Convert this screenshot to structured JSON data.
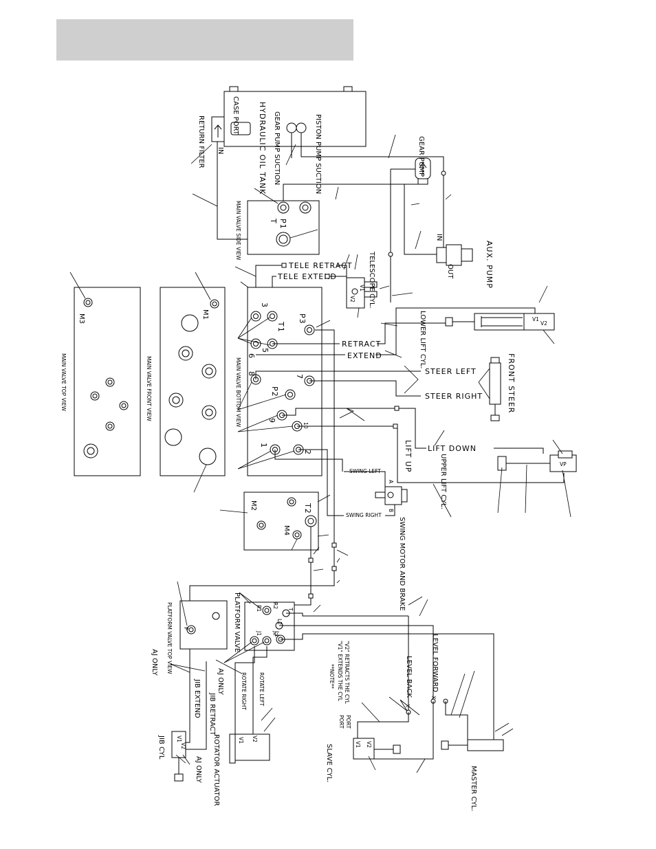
{
  "labels": {
    "case_port": "CASE PORT",
    "hydraulic_oil_tank": "HYDRAULIC OIL TANK",
    "gear_pump_suction": "GEAR PUMP SUCTION",
    "piston_pump_suction": "PISTON PUMP SUCTION",
    "return_filter": "RETURN FILTER",
    "in_filter": "IN",
    "gear_pump": "GEAR PUMP",
    "main_valve_side_view": "MAIN VALVE SIDE VIEW",
    "port_t": "T",
    "port_p1": "P1",
    "in_aux": "IN",
    "out_aux": "OUT",
    "aux_pump": "AUX. PUMP",
    "tele_retract": "TELE RETRACT",
    "tele_extend": "TELE EXTEND",
    "telescope_cyl": "TELESCOPE CYL.",
    "v1": "V1",
    "v2": "V2",
    "main_valve_top_view": "MAIN VALVE TOP VIEW",
    "m3": "M3",
    "main_valve_front_view": "MAIN VALVE FRONT VIEW",
    "m1": "M1",
    "port_3": "3",
    "port_t1": "T1",
    "port_p3": "P3",
    "port_6": "6",
    "port_5": "5",
    "retract": "RETRACT",
    "extend": "EXTEND",
    "lower_lift_cyl": "LOWER LIFT CYL.",
    "main_valve_bottom_view": "MAIN VALVE BOTTOM VIEW",
    "port_8": "8",
    "port_7": "7",
    "port_p2": "P2",
    "steer_left": "STEER LEFT",
    "steer_right": "STEER RIGHT",
    "front_steer": "FRONT STEER",
    "port_9": "9",
    "port_10": "10",
    "port_1": "1",
    "port_2": "2",
    "lift_up": "LIFT UP",
    "lift_down": "LIFT DOWN",
    "upper_lift_cyl": "UPPER LIFT CYL.",
    "vp": "VP",
    "swing_left": "SWING LEFT",
    "swing_right": "SWING RIGHT",
    "port_a": "A",
    "port_b": "B",
    "swing_motor_and_brake": "SWING MOTOR AND BRAKE",
    "m2": "M2",
    "m4": "M4",
    "t2": "T2",
    "platform_valve_top_view": "PLATFORM VALVE TOP VIEW",
    "platform_valve": "PLATFORM VALVE",
    "port_r1": "R1",
    "port_r2": "R2",
    "port_j1": "J1",
    "port_j2": "J2",
    "port_l1": "L1",
    "port_l2": "L2",
    "port_p": "P",
    "port_t_platform": "T",
    "aj_only_1": "AJ ONLY",
    "aj_only_2": "AJ ONLY",
    "aj_only_3": "AJ ONLY",
    "jib_extend": "JIB EXTEND",
    "jib_retract": "JIB RETRACT",
    "rotate_right": "ROTATE RIGHT",
    "rotate_left": "ROTATE LEFT",
    "jib_cyl": "JIB CYL",
    "rotator_actuator": "ROTATOR ACTUATOR",
    "note_title": "**NOTE**",
    "note_line1": "\"V1\" EXTENDS THE CYL",
    "note_line2": "\"V2\" RETRACTS THE CYL",
    "port_label_1": "PORT",
    "port_label_2": "PORT",
    "level_back": "LEVEL BACK",
    "level_forward": "LEVEL FORWARD",
    "slave_cyl": "SLAVE CYL.",
    "master_cyl": "MASTER CYL.",
    "x_mark_1": "X",
    "x_mark_2": "X"
  }
}
